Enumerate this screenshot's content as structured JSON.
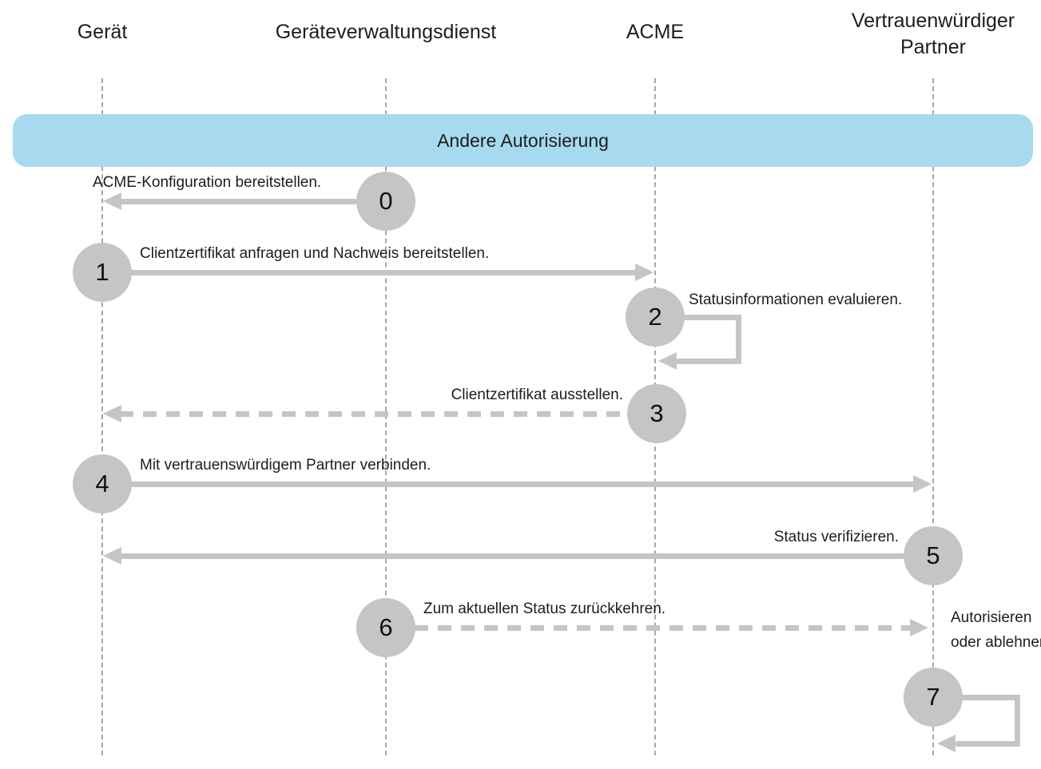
{
  "diagram": {
    "banner": {
      "label": "Andere Autorisierung"
    },
    "actors": [
      {
        "name": "Gerät"
      },
      {
        "name": "Geräteverwaltungsdienst"
      },
      {
        "name": "ACME"
      },
      {
        "name": "Vertrauenwürdiger Partner"
      }
    ],
    "steps": [
      {
        "num": "0",
        "label": "ACME-Konfiguration bereitstellen.",
        "from": "Geräteverwaltungsdienst",
        "to": "Gerät",
        "line": "solid"
      },
      {
        "num": "1",
        "label": "Clientzertifikat anfragen und Nachweis bereitstellen.",
        "from": "Gerät",
        "to": "ACME",
        "line": "solid"
      },
      {
        "num": "2",
        "label": "Statusinformationen evaluieren.",
        "from": "ACME",
        "to": "ACME",
        "line": "self-loop"
      },
      {
        "num": "3",
        "label": "Clientzertifikat ausstellen.",
        "from": "ACME",
        "to": "Gerät",
        "line": "dashed"
      },
      {
        "num": "4",
        "label": "Mit vertrauenswürdigem Partner verbinden.",
        "from": "Gerät",
        "to": "Vertrauenwürdiger Partner",
        "line": "solid"
      },
      {
        "num": "5",
        "label": "Status verifizieren.",
        "from": "Vertrauenwürdiger Partner",
        "to": "Gerät",
        "line": "solid"
      },
      {
        "num": "6",
        "label": "Zum aktuellen Status zurückkehren.",
        "from": "Geräteverwaltungsdienst",
        "to": "Vertrauenwürdiger Partner",
        "line": "dashed"
      },
      {
        "num": "7",
        "label": "Autorisieren oder ablehnen.",
        "from": "Vertrauenwürdiger Partner",
        "to": "Vertrauenwürdiger Partner",
        "line": "self-loop"
      }
    ],
    "colors": {
      "banner_bg": "#a7daee",
      "circle": "#c5c5c5",
      "arrow": "#c5c5c5",
      "lifeline": "#a8a8a8",
      "text": "#1d1d1f"
    }
  }
}
